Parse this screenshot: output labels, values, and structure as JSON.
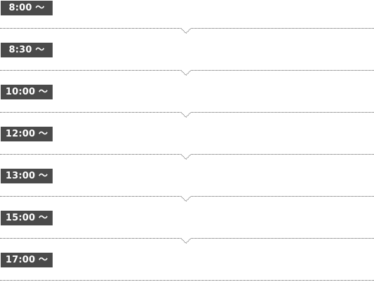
{
  "schedule": {
    "slots": [
      {
        "time": "8:00 ～"
      },
      {
        "time": "8:30 ～"
      },
      {
        "time": "10:00 ～"
      },
      {
        "time": "12:00 ～"
      },
      {
        "time": "13:00 ～"
      },
      {
        "time": "15:00 ～"
      },
      {
        "time": "17:00 ～"
      }
    ]
  },
  "colors": {
    "label_bg": "#4a4a4a",
    "label_text": "#ffffff",
    "divider": "#555555",
    "background": "#ffffff"
  }
}
